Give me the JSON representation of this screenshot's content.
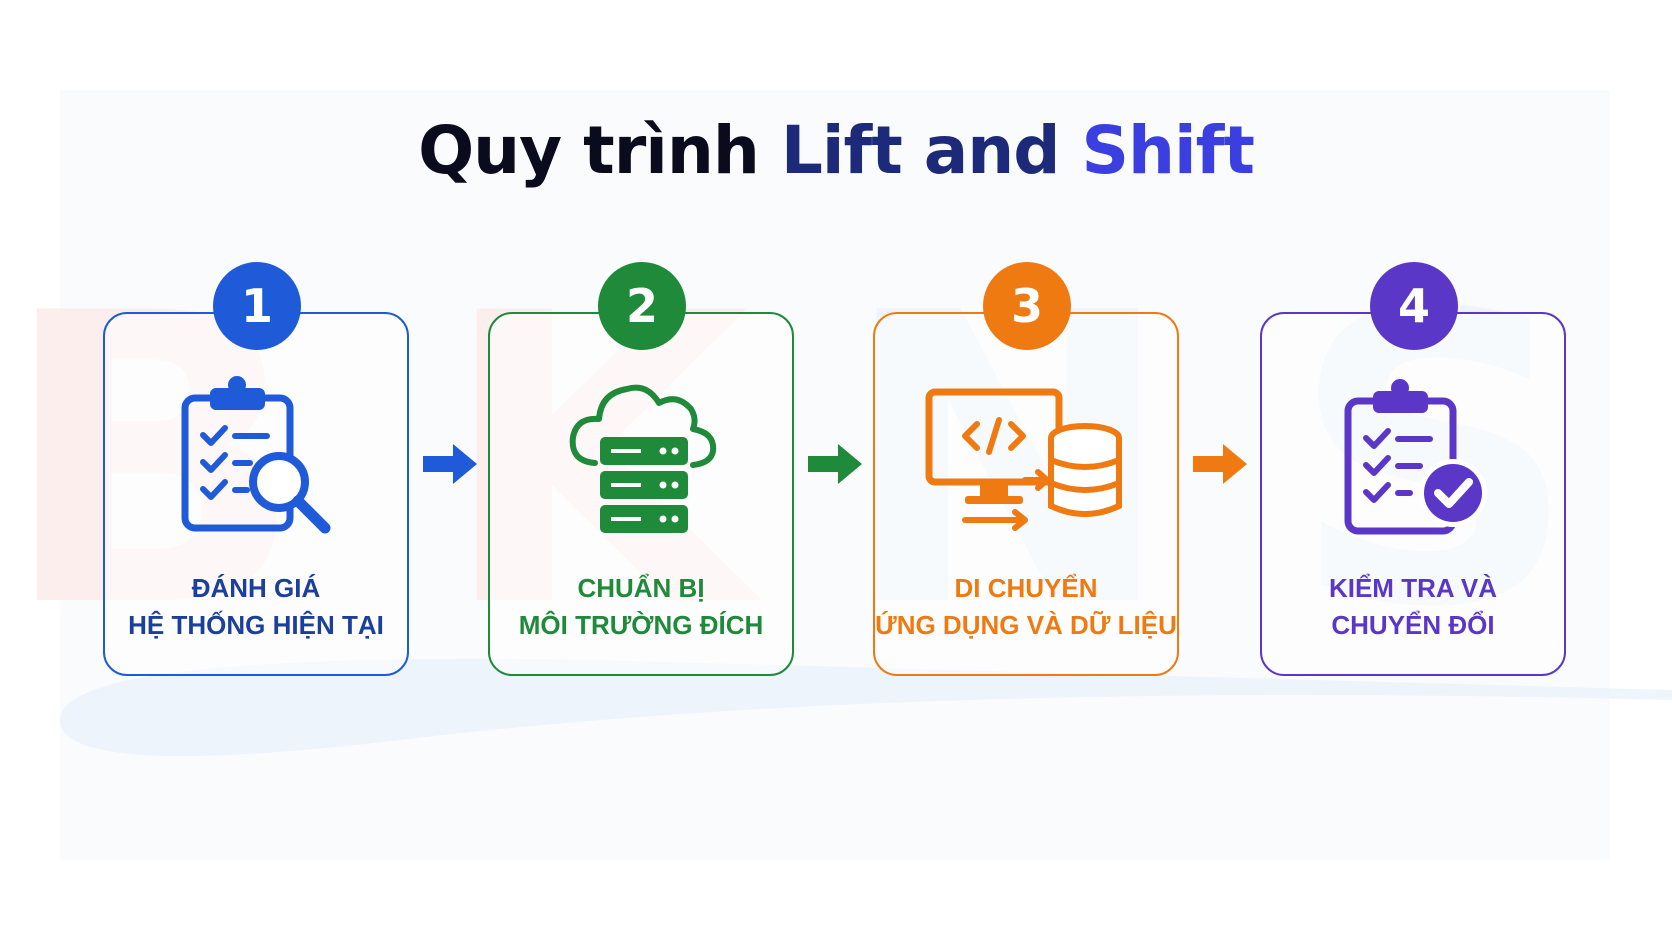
{
  "title": {
    "part1": "Quy trình",
    "part2": "Lift and",
    "part3": "Shift"
  },
  "steps": [
    {
      "number": "1",
      "line1": "ĐÁNH GIÁ",
      "line2": "HỆ THỐNG HIỆN TẠI",
      "color": "#1f5ad8",
      "icon": "clipboard-search-icon"
    },
    {
      "number": "2",
      "line1": "CHUẨN BỊ",
      "line2": "MÔI TRƯỜNG ĐÍCH",
      "color": "#1f8a3a",
      "icon": "cloud-server-icon"
    },
    {
      "number": "3",
      "line1": "DI CHUYỂN",
      "line2": "ỨNG DỤNG VÀ DỮ LIỆU",
      "color": "#f07a12",
      "icon": "monitor-database-icon"
    },
    {
      "number": "4",
      "line1": "KIỂM TRA VÀ",
      "line2": "CHUYỂN ĐỔI",
      "color": "#5b37c8",
      "icon": "clipboard-check-icon"
    }
  ],
  "arrows": [
    {
      "color": "#1f5ad8",
      "icon": "arrow-right-icon"
    },
    {
      "color": "#1f8a3a",
      "icon": "arrow-right-icon"
    },
    {
      "color": "#f07a12",
      "icon": "arrow-right-icon"
    }
  ],
  "watermark_text": "BKNS"
}
